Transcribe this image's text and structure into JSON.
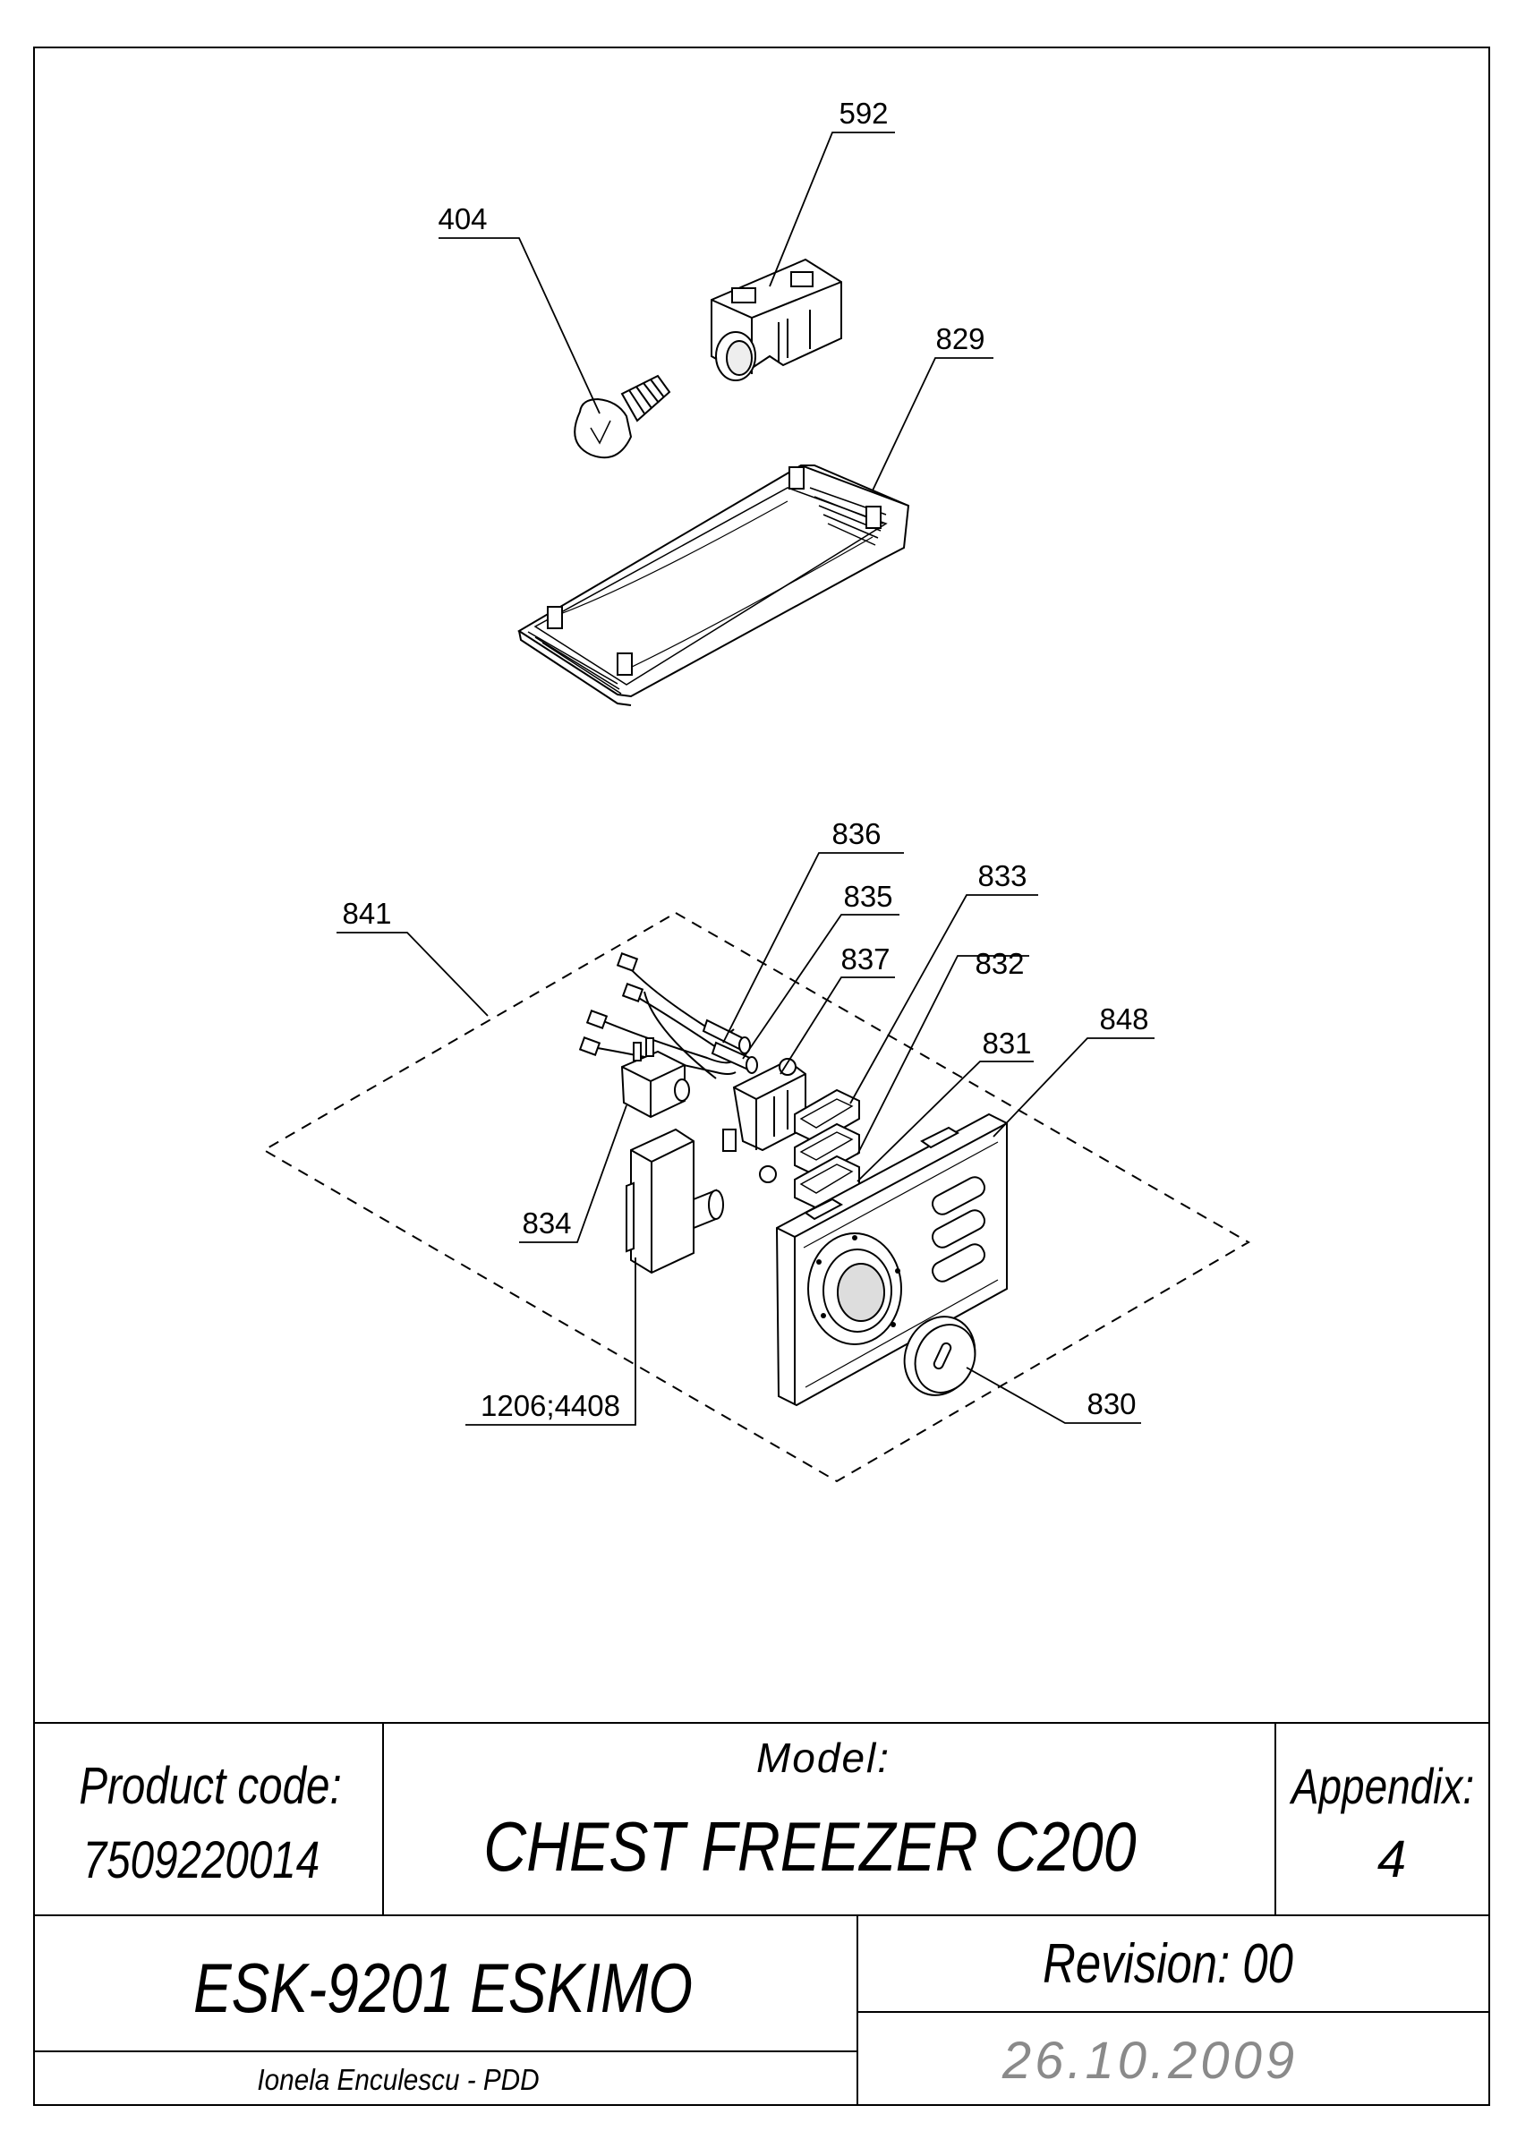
{
  "callouts": {
    "c592": "592",
    "c404": "404",
    "c829": "829",
    "c836": "836",
    "c835": "835",
    "c837": "837",
    "c833": "833",
    "c832": "832",
    "c841": "841",
    "c848": "848",
    "c831": "831",
    "c834": "834",
    "c1206": "1206;4408",
    "c830": "830"
  },
  "title_block": {
    "product_code_label": "Product code:",
    "product_code_value": "7509220014",
    "model_label": "Model:",
    "model_value": "CHEST FREEZER C200",
    "appendix_label": "Appendix:",
    "appendix_value": "4",
    "project": "ESK-9201 ESKIMO",
    "revision": "Revision: 00",
    "author": "Ionela Enculescu - PDD",
    "date": "26.10.2009"
  }
}
